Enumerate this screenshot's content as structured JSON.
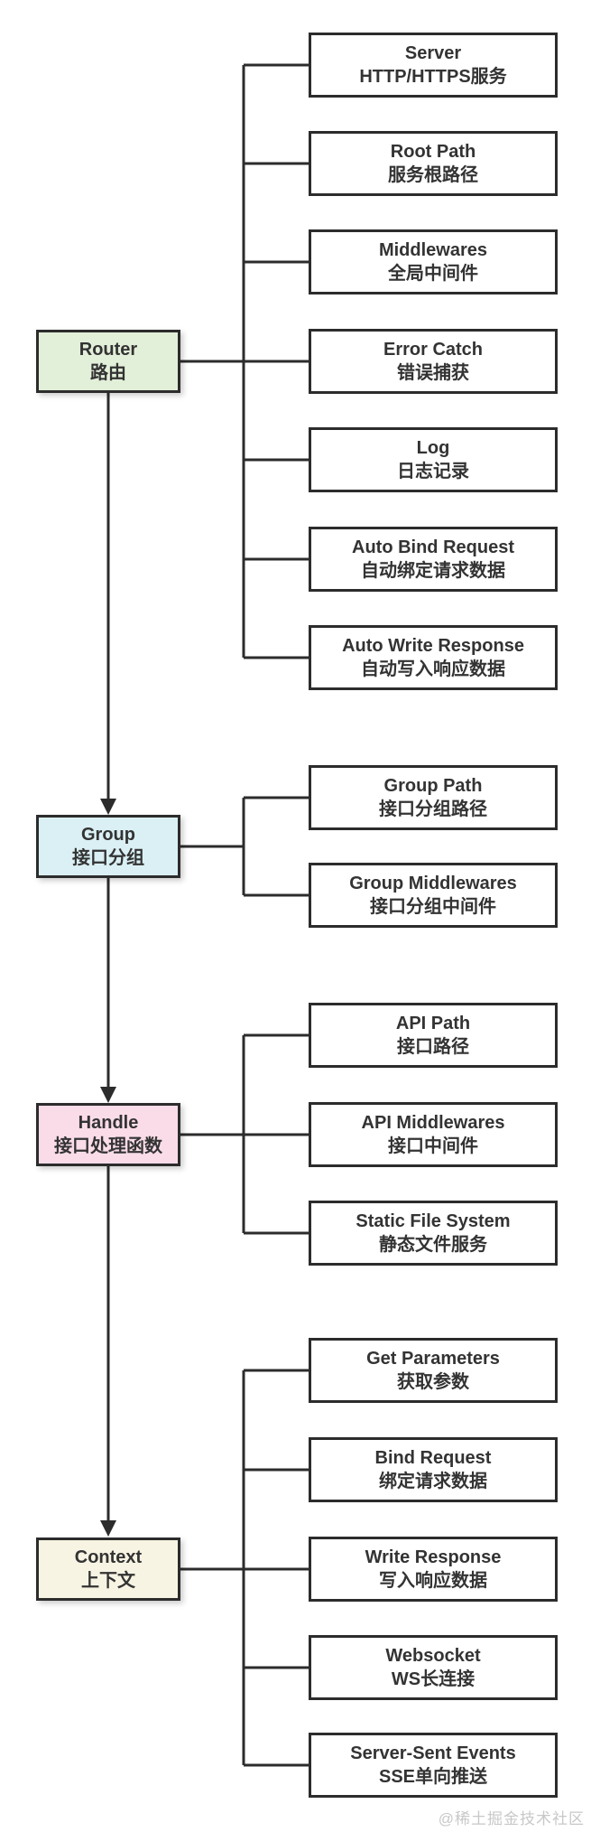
{
  "page": {
    "background": "#ffffff",
    "watermark": "@稀土掘金技术社区"
  },
  "colors": {
    "line": "#2c2c2c",
    "box_border": "#2c2c2c",
    "text": "#333333",
    "child_fill": "#ffffff",
    "router_fill": "#e2efd9",
    "group_fill": "#daf0f4",
    "handle_fill": "#fadce9",
    "context_fill": "#f8f4e3",
    "watermark": "#c8c8c8"
  },
  "nodes": [
    {
      "id": "router",
      "label_en": "Router",
      "label_zh": "路由",
      "fill": "#e2efd9",
      "children": [
        {
          "label_en": "Server",
          "label_zh": "HTTP/HTTPS服务"
        },
        {
          "label_en": "Root Path",
          "label_zh": "服务根路径"
        },
        {
          "label_en": "Middlewares",
          "label_zh": "全局中间件"
        },
        {
          "label_en": "Error Catch",
          "label_zh": "错误捕获"
        },
        {
          "label_en": "Log",
          "label_zh": "日志记录"
        },
        {
          "label_en": "Auto Bind Request",
          "label_zh": "自动绑定请求数据"
        },
        {
          "label_en": "Auto Write Response",
          "label_zh": "自动写入响应数据"
        }
      ]
    },
    {
      "id": "group",
      "label_en": "Group",
      "label_zh": "接口分组",
      "fill": "#daf0f4",
      "children": [
        {
          "label_en": "Group Path",
          "label_zh": "接口分组路径"
        },
        {
          "label_en": "Group Middlewares",
          "label_zh": "接口分组中间件"
        }
      ]
    },
    {
      "id": "handle",
      "label_en": "Handle",
      "label_zh": "接口处理函数",
      "fill": "#fadce9",
      "children": [
        {
          "label_en": "API Path",
          "label_zh": "接口路径"
        },
        {
          "label_en": "API Middlewares",
          "label_zh": "接口中间件"
        },
        {
          "label_en": "Static File System",
          "label_zh": "静态文件服务"
        }
      ]
    },
    {
      "id": "context",
      "label_en": "Context",
      "label_zh": "上下文",
      "fill": "#f8f4e3",
      "children": [
        {
          "label_en": "Get Parameters",
          "label_zh": "获取参数"
        },
        {
          "label_en": "Bind Request",
          "label_zh": "绑定请求数据"
        },
        {
          "label_en": "Write Response",
          "label_zh": "写入响应数据"
        },
        {
          "label_en": "Websocket",
          "label_zh": "WS长连接"
        },
        {
          "label_en": "Server-Sent Events",
          "label_zh": "SSE单向推送"
        }
      ]
    }
  ]
}
